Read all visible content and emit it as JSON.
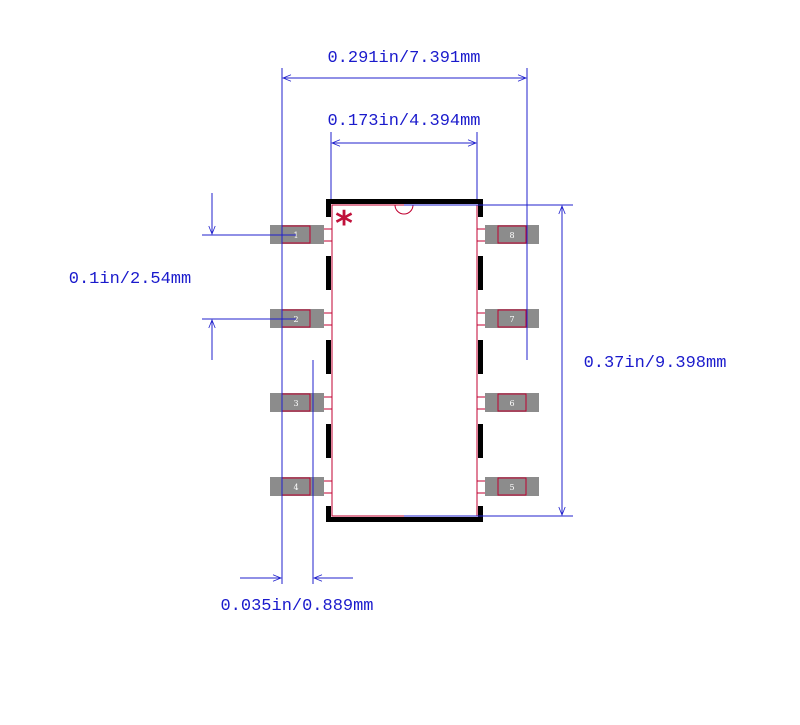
{
  "colors": {
    "dimension": "#2020cc",
    "outline": "#000000",
    "pad": "#8c8c8c",
    "pad_border": "#c00030",
    "pin1_marker": "#c0103a"
  },
  "pin1_marker": "*",
  "dimensions": {
    "overall_width": "0.291in/7.391mm",
    "body_width": "0.173in/4.394mm",
    "pitch": "0.1in/2.54mm",
    "body_length": "0.37in/9.398mm",
    "pad_width": "0.035in/0.889mm"
  },
  "pins": {
    "left": [
      "1",
      "2",
      "3",
      "4"
    ],
    "right": [
      "8",
      "7",
      "6",
      "5"
    ]
  }
}
